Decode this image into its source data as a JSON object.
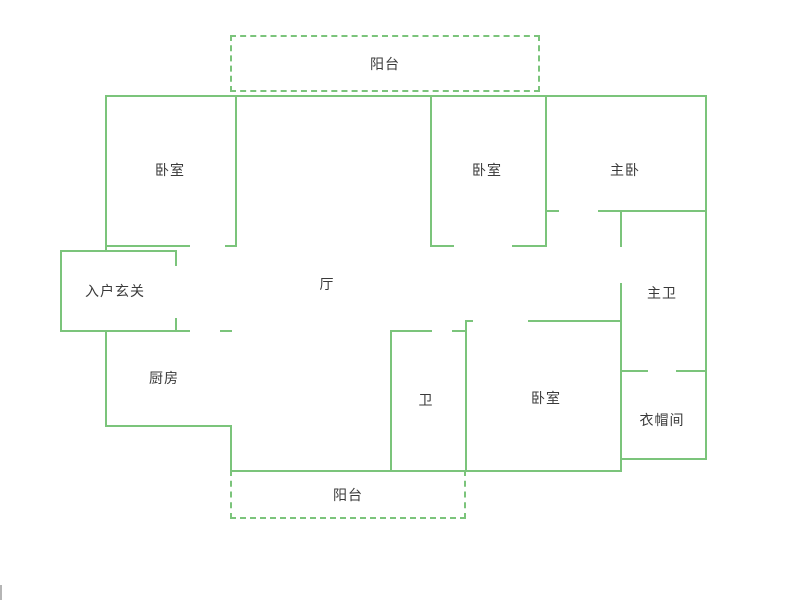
{
  "floorplan": {
    "rooms": {
      "balcony_top": {
        "label": "阳台"
      },
      "bedroom_top_left": {
        "label": "卧室"
      },
      "living_room": {
        "label": "厅"
      },
      "bedroom_top_middle": {
        "label": "卧室"
      },
      "master_bedroom": {
        "label": "主卧"
      },
      "entry_foyer": {
        "label": "入户玄关"
      },
      "master_bathroom": {
        "label": "主卫"
      },
      "kitchen": {
        "label": "厨房"
      },
      "bathroom": {
        "label": "卫"
      },
      "bedroom_bottom": {
        "label": "卧室"
      },
      "cloakroom": {
        "label": "衣帽间"
      },
      "balcony_bottom": {
        "label": "阳台"
      }
    },
    "colors": {
      "wall": "#7bc47b",
      "text": "#3a3a3a",
      "background": "#ffffff"
    }
  }
}
